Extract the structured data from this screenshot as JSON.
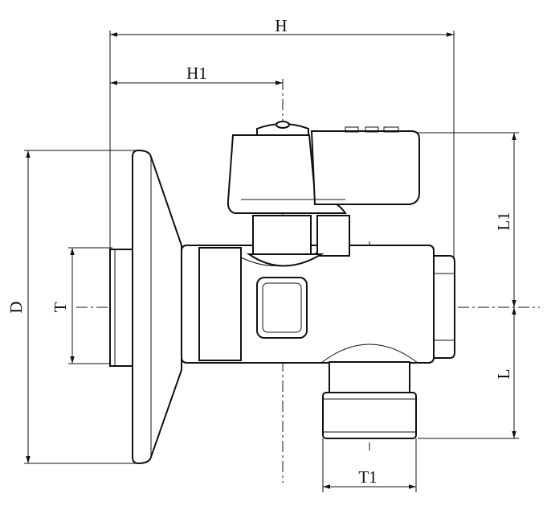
{
  "drawing": {
    "dimensions": {
      "overall_length": "H",
      "axis_to_wall": "H1",
      "flange_diameter": "D",
      "inlet_thread": "T",
      "handle_height": "L1",
      "outlet_length": "L",
      "outlet_thread": "T1"
    }
  }
}
